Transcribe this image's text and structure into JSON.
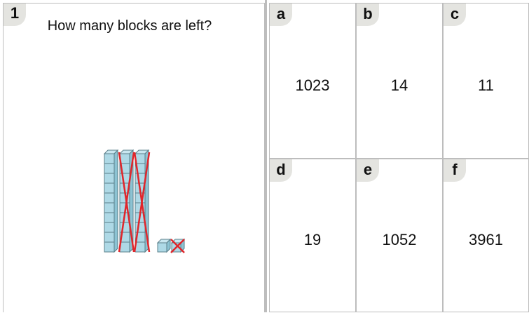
{
  "question": {
    "number": "1",
    "text": "How many blocks are left?"
  },
  "answers": [
    {
      "letter": "a",
      "value": "1023"
    },
    {
      "letter": "b",
      "value": "14"
    },
    {
      "letter": "c",
      "value": "11"
    },
    {
      "letter": "d",
      "value": "19"
    },
    {
      "letter": "e",
      "value": "1052"
    },
    {
      "letter": "f",
      "value": "3961"
    }
  ],
  "illustration": {
    "block_color": "#aed9e6",
    "cross_color": "#e0262b",
    "rods": 3,
    "rods_crossed": 2,
    "units": 2,
    "units_crossed": 1
  }
}
